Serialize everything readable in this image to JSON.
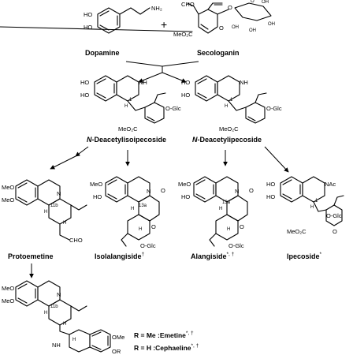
{
  "figure": {
    "plus_sign": "+",
    "names": {
      "dopamine": "Dopamine",
      "secologanin": "Secologanin",
      "n_deacetylisoipecoside_prefix": "N",
      "n_deacetylisoipecoside_rest": "-Deacetylisoipecoside",
      "n_deacetylipecoside_prefix": "N",
      "n_deacetylipecoside_rest": "-Deacetylipecoside",
      "protoemetine": "Protoemetine",
      "isolalangiside": "Isolalangiside",
      "isolalangiside_mark": "†",
      "alangiside": "Alangiside",
      "alangiside_mark": "*, †",
      "ipecoside": "Ipecoside",
      "ipecoside_mark": "*"
    },
    "atoms": {
      "ho": "HO",
      "nh2": "NH₂",
      "nh": "NH",
      "n": "N",
      "nac": "NAc",
      "h": "H",
      "cho": "CHO",
      "o": "O",
      "oh": "OH",
      "ome": "OMe",
      "meo": "MeO",
      "meo2c": "MeO₂C",
      "o_glc": "O-Glc",
      "or": "OR",
      "pos1": "1",
      "pos11b": "11b",
      "pos13a": "13a"
    },
    "products": {
      "emetine_line": "R = Me :Emetine",
      "emetine_mark": "*, †",
      "cephaeline_line": "R = H   :Cephaeline",
      "cephaeline_mark": "*, †"
    }
  }
}
